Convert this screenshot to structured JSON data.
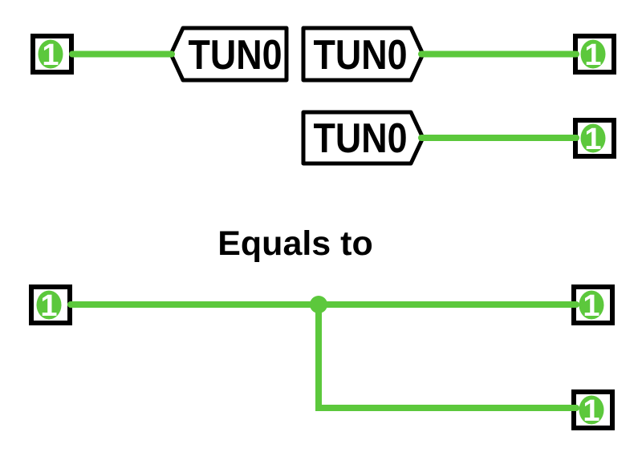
{
  "colors": {
    "wire_green": "#5cc83c",
    "stroke_black": "#000000",
    "background": "#ffffff",
    "pin_number_white": "#ffffff"
  },
  "caption": "Equals to",
  "net_labels": [
    {
      "label": "TUN0",
      "direction": "left"
    },
    {
      "label": "TUN0",
      "direction": "right"
    },
    {
      "label": "TUN0",
      "direction": "right"
    }
  ],
  "pins": [
    {
      "number": "1"
    },
    {
      "number": "1"
    },
    {
      "number": "1"
    },
    {
      "number": "1"
    },
    {
      "number": "1"
    },
    {
      "number": "1"
    }
  ]
}
